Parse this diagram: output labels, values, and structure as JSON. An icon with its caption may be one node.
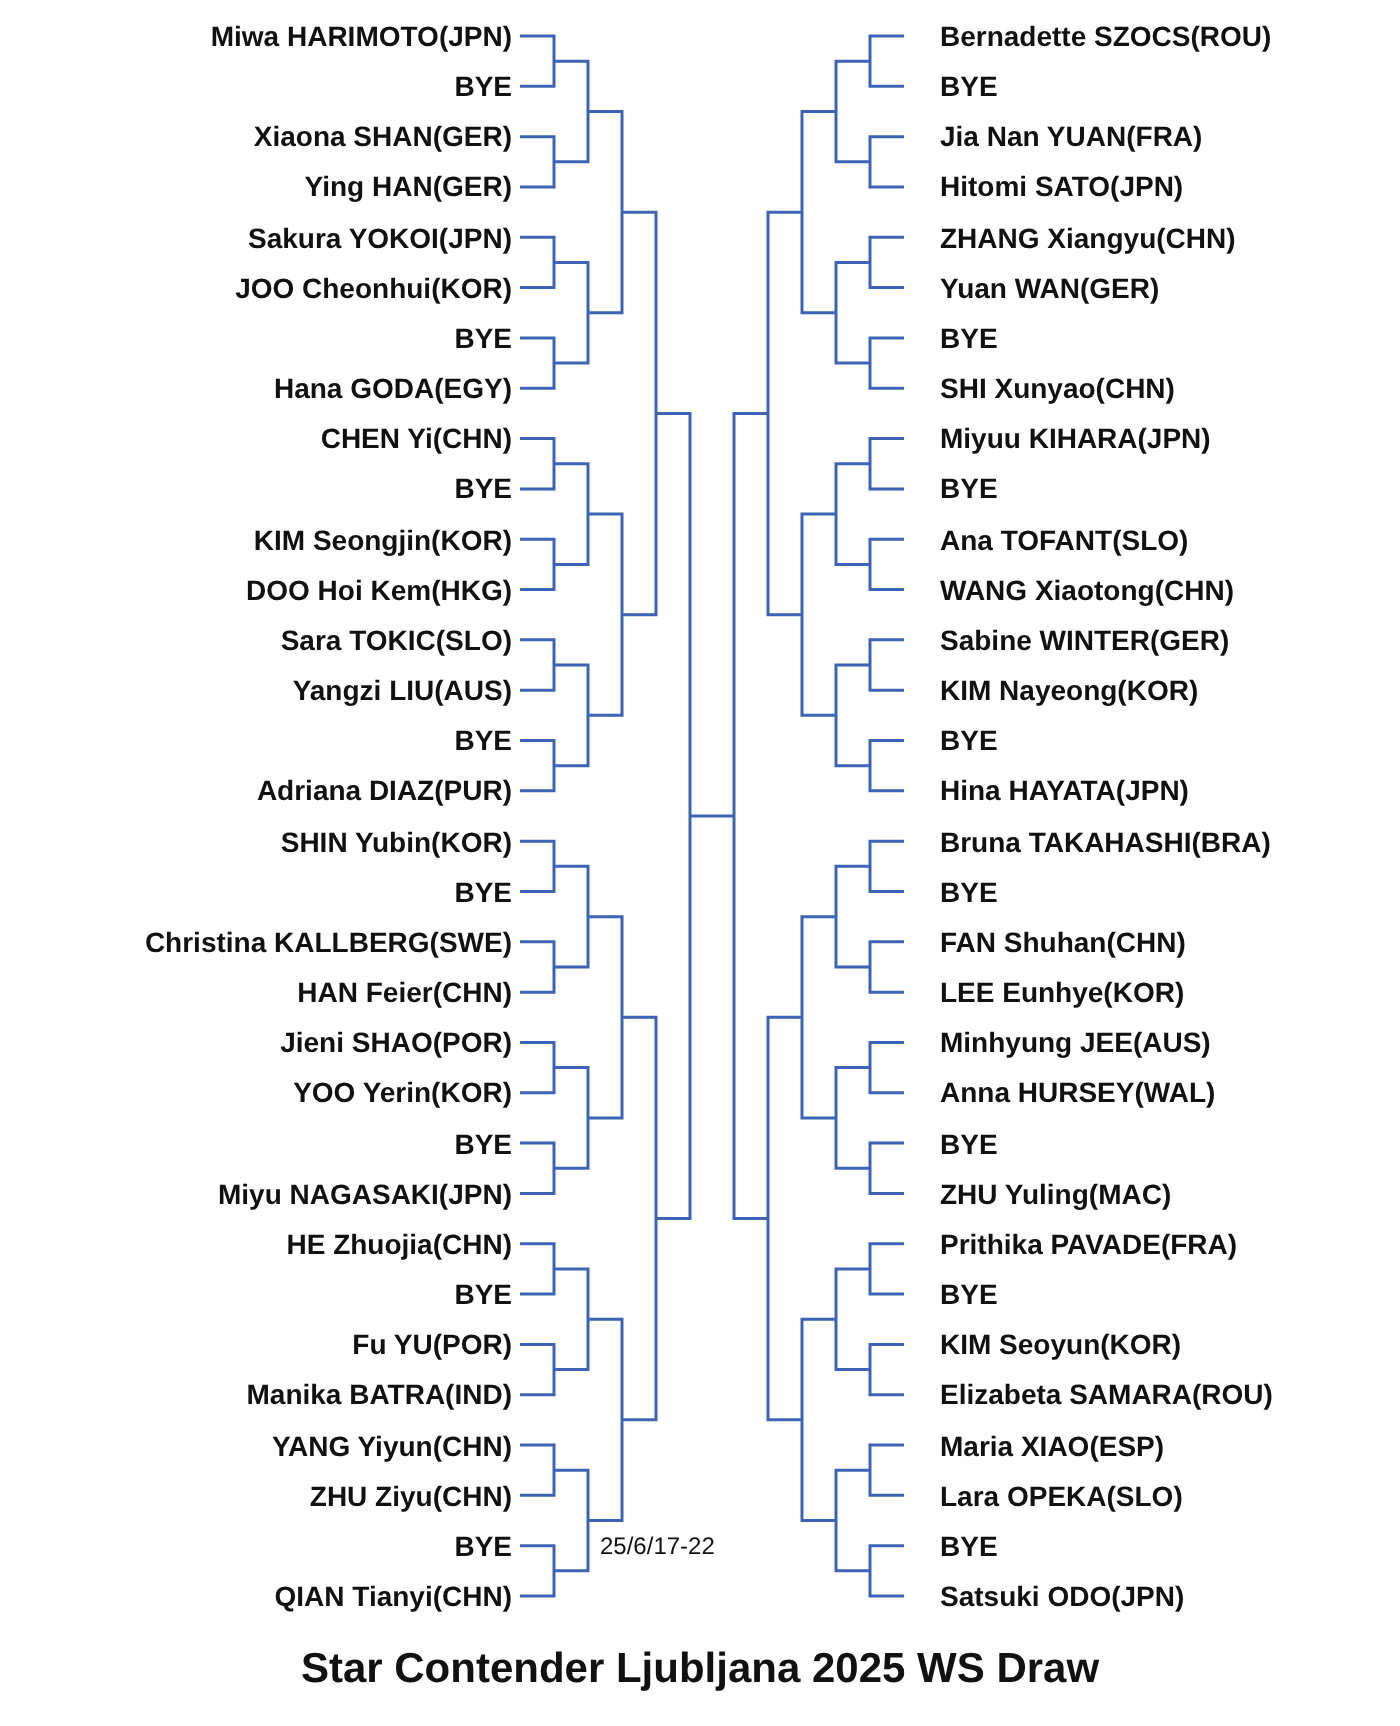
{
  "diagram": {
    "title": "Star Contender Ljubljana 2025 WS Draw",
    "labels": [
      "Miwa HARIMOTO(JPN)",
      "BYE",
      "Xiaona SHAN(GER)",
      "Ying HAN(GER)",
      "Sakura YOKOI(JPN)",
      "JOO Cheonhui(KOR)",
      "BYE",
      "Hana GODA(EGY)",
      "CHEN Yi(CHN)",
      "BYE",
      "KIM Seongjin(KOR)",
      "DOO Hoi Kem(HKG)",
      "Sara TOKIC(SLO)",
      "Yangzi LIU(AUS)",
      "BYE",
      "Adriana DIAZ(PUR)",
      "SHIN Yubin(KOR)",
      "BYE",
      "Christina KALLBERG(SWE)",
      "HAN Feier(CHN)",
      "Jieni SHAO(POR)",
      "YOO Yerin(KOR)",
      "BYE",
      "Miyu NAGASAKI(JPN)",
      "HE Zhuojia(CHN)",
      "BYE",
      "Fu YU(POR)",
      "Manika BATRA(IND)",
      "YANG Yiyun(CHN)",
      "ZHU Ziyu(CHN)",
      "BYE",
      "QIAN Tianyi(CHN)",
      "Bernadette SZOCS(ROU)",
      "BYE",
      "Jia Nan YUAN(FRA)",
      "Hitomi SATO(JPN)",
      "ZHANG Xiangyu(CHN)",
      "Yuan WAN(GER)",
      "BYE",
      "SHI Xunyao(CHN)",
      "Miyuu KIHARA(JPN)",
      "BYE",
      "Ana TOFANT(SLO)",
      "WANG Xiaotong(CHN)",
      "Sabine WINTER(GER)",
      "KIM Nayeong(KOR)",
      "BYE",
      "Hina HAYATA(JPN)",
      "Bruna TAKAHASHI(BRA)",
      "BYE",
      "FAN Shuhan(CHN)",
      "LEE Eunhye(KOR)",
      "Minhyung JEE(AUS)",
      "Anna HURSEY(WAL)",
      "BYE",
      "ZHU Yuling(MAC)",
      "Prithika PAVADE(FRA)",
      "BYE",
      "KIM Seoyun(KOR)",
      "Elizabeta SAMARA(ROU)",
      "Maria XIAO(ESP)",
      "Lara OPEKA(SLO)",
      "BYE",
      "Satsuki ODO(JPN)",
      "25/6/17-22"
    ]
  }
}
